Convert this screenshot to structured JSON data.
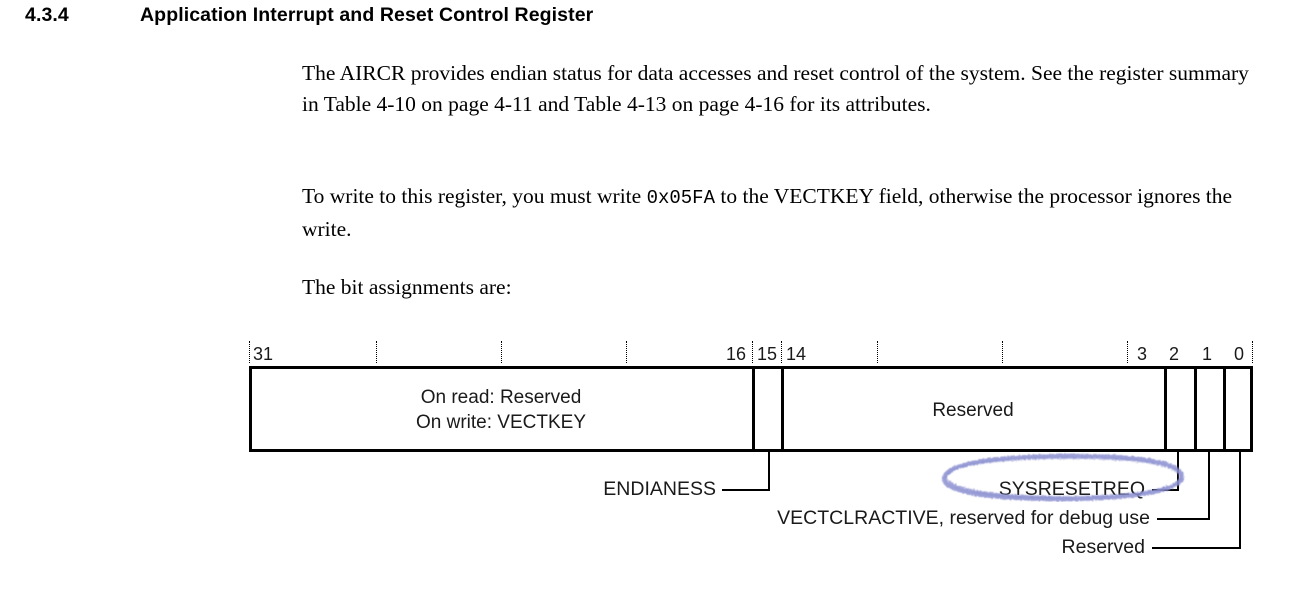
{
  "heading": {
    "number": "4.3.4",
    "title": "Application Interrupt and Reset Control Register"
  },
  "body": {
    "paragraph1_part1": "The AIRCR provides endian status for data accesses and reset control of the system. See the register summary in Table 4-10 on page 4-11 and Table 4-13 on page 4-16 for its attributes.",
    "paragraph2_before": "To write to this register, you must write ",
    "paragraph2_code": "0x05FA",
    "paragraph2_after": " to the VECTKEY field, otherwise the processor ignores the write.",
    "paragraph3": "The bit assignments are:"
  },
  "diagram": {
    "ruler_labels": [
      "31",
      "16",
      "15",
      "14",
      "3",
      "2",
      "1",
      "0"
    ],
    "fields": [
      {
        "name": "vectkey-field",
        "line1": "On read: Reserved",
        "line2": "On write: VECTKEY"
      },
      {
        "name": "endianess-field",
        "label": ""
      },
      {
        "name": "reserved-field",
        "label": "Reserved"
      },
      {
        "name": "vectclractive-field",
        "label": ""
      },
      {
        "name": "sysresetreq-field",
        "label": ""
      },
      {
        "name": "reserved-bit0-field",
        "label": ""
      }
    ],
    "field_main_line1": "On read: Reserved",
    "field_main_line2": "On write: VECTKEY",
    "field_reserved": "Reserved",
    "callouts": [
      {
        "name": "endianess",
        "text": "ENDIANESS"
      },
      {
        "name": "sysresetreq",
        "text": "SYSRESETREQ"
      },
      {
        "name": "vectclractive",
        "text": "VECTCLRACTIVE, reserved for debug use"
      },
      {
        "name": "reserved-bit0",
        "text": "Reserved"
      }
    ],
    "callout_endianess": "ENDIANESS",
    "callout_sysresetreq": "SYSRESETREQ",
    "callout_vectclractive": "VECTCLRACTIVE, reserved for debug use",
    "callout_reserved": "Reserved"
  },
  "annotation": {
    "type": "hand-drawn-ellipse",
    "target": "SYSRESETREQ",
    "color": "#8b8fd0"
  }
}
